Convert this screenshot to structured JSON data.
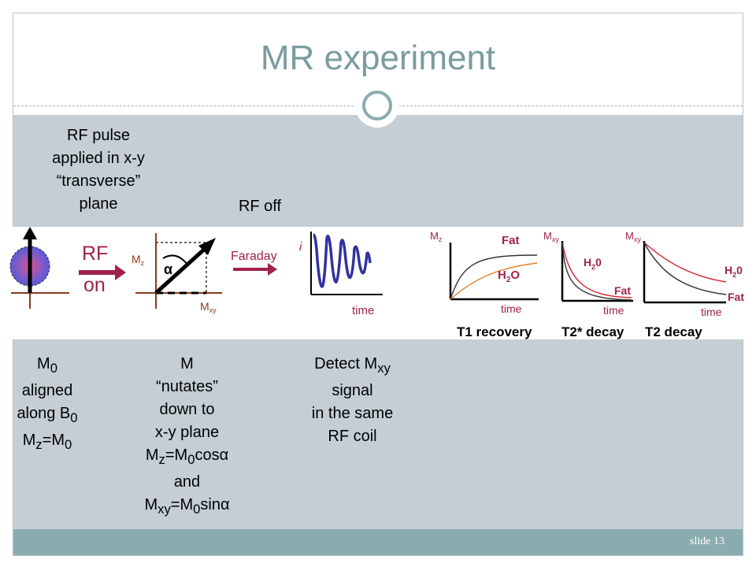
{
  "slide": {
    "title": "MR experiment",
    "slide_number": "slide 13"
  },
  "top_labels": {
    "rf_pulse": [
      "RF pulse",
      "applied in x-y",
      "“transverse”",
      "plane"
    ],
    "rf_off": "RF off"
  },
  "diagram": {
    "rf_label": "RF",
    "on_label": "on",
    "mz_label": "M",
    "mz_sub": "z",
    "alpha_label": "α",
    "mxy_label": "M",
    "mxy_sub": "xy",
    "faraday_label": "Faraday",
    "i_label": "i",
    "time_label": "time",
    "t1": {
      "y_label": "M",
      "y_sub": "z",
      "fat": "Fat",
      "water": "H",
      "water_sub": "2",
      "water_tail": "O",
      "time": "time",
      "caption": "T1 recovery"
    },
    "t2star": {
      "y_label": "M",
      "y_sub": "xy",
      "water": "H",
      "water_sub": "2",
      "water_tail": "0",
      "fat": "Fat",
      "time": "time",
      "caption": "T2* decay"
    },
    "t2": {
      "y_label": "M",
      "y_sub": "xy",
      "water": "H",
      "water_sub": "2",
      "water_tail": "0",
      "fat": "Fat",
      "time": "time",
      "caption": "T2 decay"
    }
  },
  "bottom": {
    "col1": {
      "l1_main": "M",
      "l1_sub": "0",
      "l2": "aligned",
      "l3_main": "along B",
      "l3_sub": "0",
      "l4_a": "M",
      "l4_sub1": "z",
      "l4_b": "=M",
      "l4_sub2": "0"
    },
    "col2": {
      "l1": "M",
      "l2": "“nutates”",
      "l3": "down to",
      "l4": "x-y plane",
      "l5_a": "M",
      "l5_sub1": "z",
      "l5_b": "=M",
      "l5_sub2": "0",
      "l5_c": "cos",
      "l5_sym": "α",
      "l6": "and",
      "l7_a": "M",
      "l7_sub1": "xy",
      "l7_b": "=M",
      "l7_sub2": "0",
      "l7_c": "sin",
      "l7_sym": "α"
    },
    "col3": {
      "l1_main": "Detect M",
      "l1_sub": "xy",
      "l2": "signal",
      "l3": "in the same",
      "l4": "RF coil"
    }
  },
  "colors": {
    "title": "#7b9c9e",
    "accent_red": "#a0224a",
    "signal_blue": "#3232a0",
    "content_bg": "#c4ced4",
    "footer": "#8aacae",
    "axis_brown": "#8b3a1a"
  }
}
